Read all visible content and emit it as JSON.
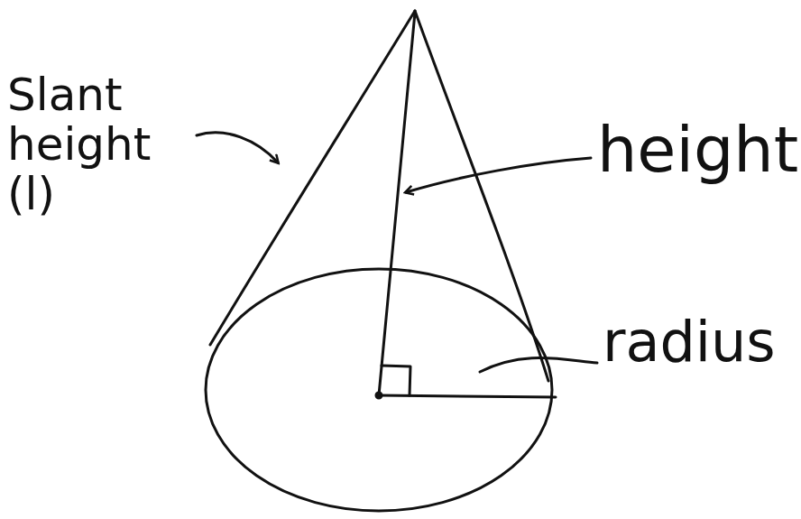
{
  "diagram": {
    "labels": [
      "Slant height (l)",
      "height",
      "radius"
    ]
  }
}
